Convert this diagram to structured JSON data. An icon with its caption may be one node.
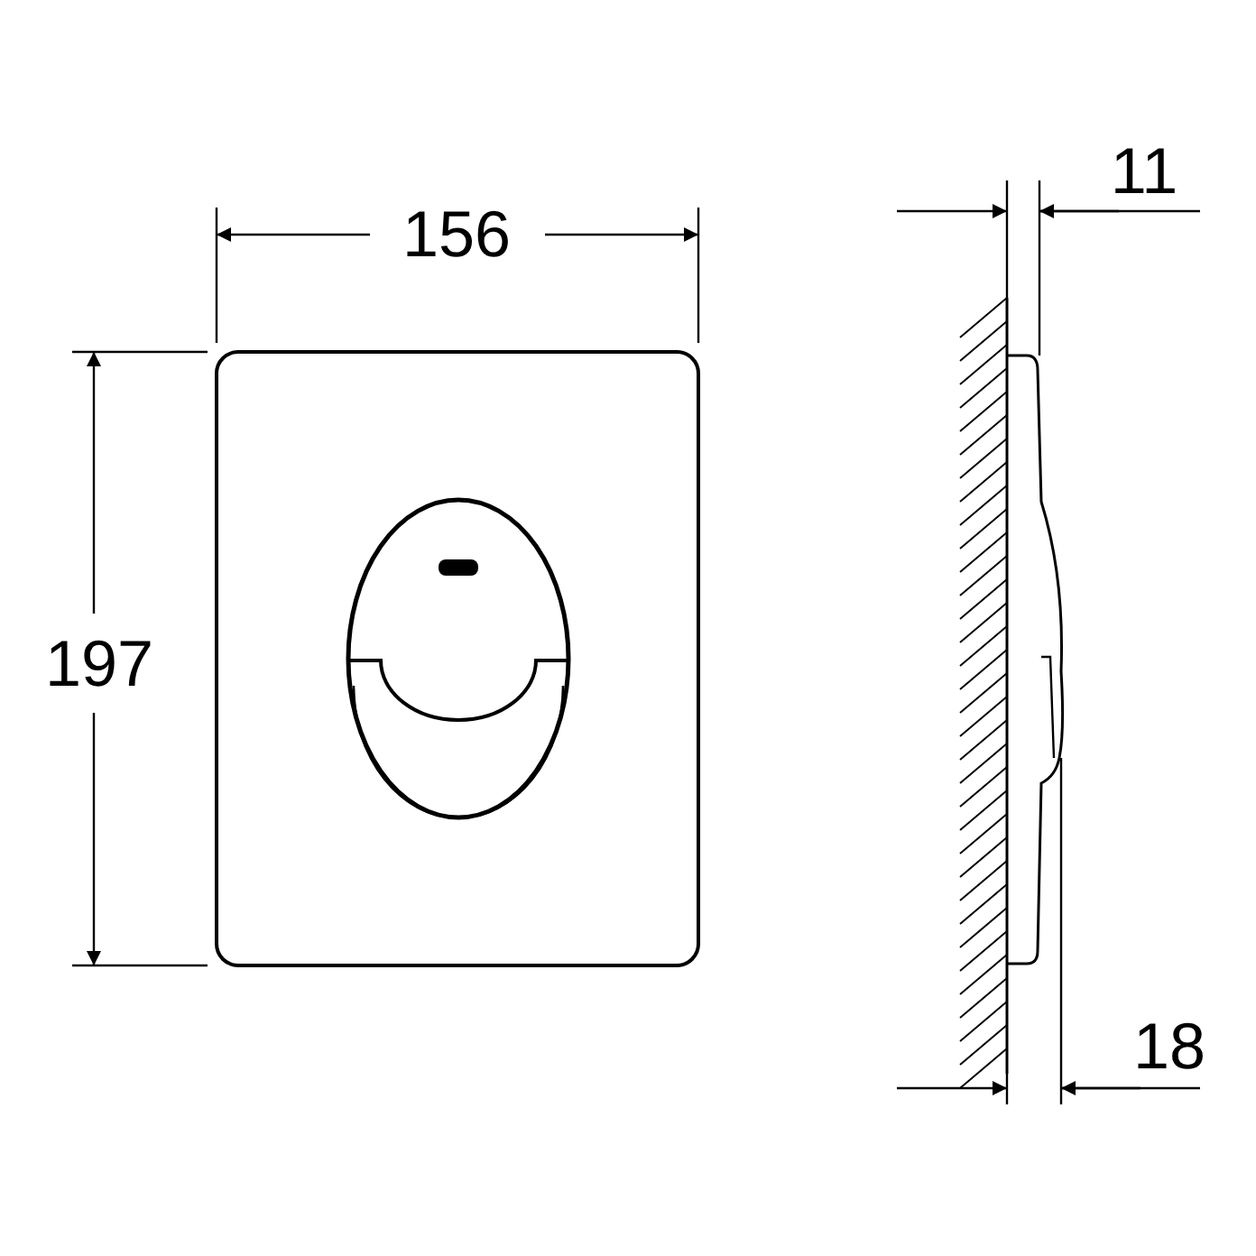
{
  "diagram": {
    "labels": [
      "156",
      "197",
      "11",
      "18"
    ]
  }
}
